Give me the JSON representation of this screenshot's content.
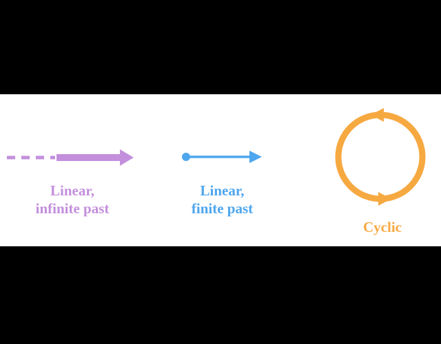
{
  "colors": {
    "background": "#000000",
    "panel": "#ffffff",
    "linear_infinite": "#c38fdc",
    "linear_finite": "#4ea6ee",
    "cyclic": "#f6a941"
  },
  "items": {
    "linear_infinite": {
      "line1": "Linear,",
      "line2": "infinite past"
    },
    "linear_finite": {
      "line1": "Linear,",
      "line2": "finite past"
    },
    "cyclic": {
      "line1": "Cyclic"
    }
  }
}
